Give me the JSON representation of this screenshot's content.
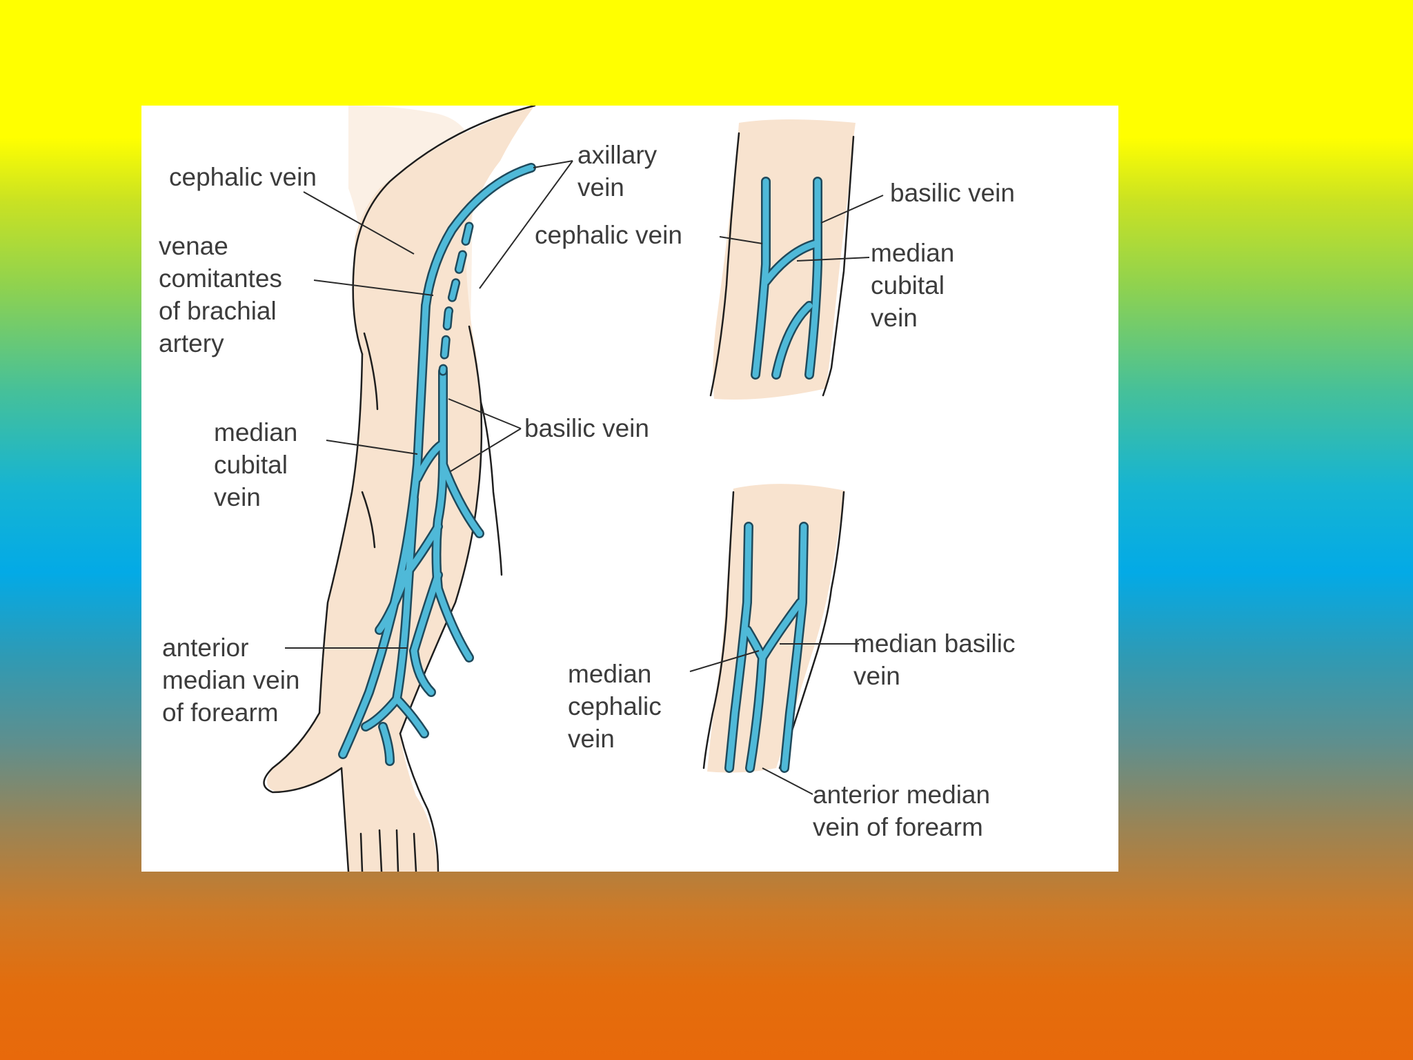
{
  "background": {
    "gradient_colors": [
      "#ffff00",
      "#8fd24f",
      "#03aae6",
      "#9a8455",
      "#e8690b"
    ]
  },
  "colors": {
    "vein": "#4fb9d8",
    "vein_outline": "#1f4a5c",
    "skin": "#f8e3cf",
    "outline": "#1e1e1e",
    "label_text": "#3c3c3c"
  },
  "diagram": {
    "left_arm": {
      "labels": {
        "cephalic_vein": "cephalic vein",
        "axillary_vein": "axillary\nvein",
        "venae_comitantes": "venae\ncomitantes\nof brachial\nartery",
        "median_cubital_vein": "median\ncubital\nvein",
        "basilic_vein": "basilic vein",
        "anterior_median_vein": "anterior\nmedian vein\nof forearm"
      }
    },
    "elbow_variant_upper": {
      "labels": {
        "basilic_vein": "basilic vein",
        "cephalic_vein": "cephalic vein",
        "median_cubital_vein": "median\ncubital\nvein"
      }
    },
    "elbow_variant_lower": {
      "labels": {
        "median_basilic_vein": "median basilic\nvein",
        "median_cephalic_vein": "median\ncephalic\nvein",
        "anterior_median_vein": "anterior median\nvein of forearm"
      }
    }
  }
}
